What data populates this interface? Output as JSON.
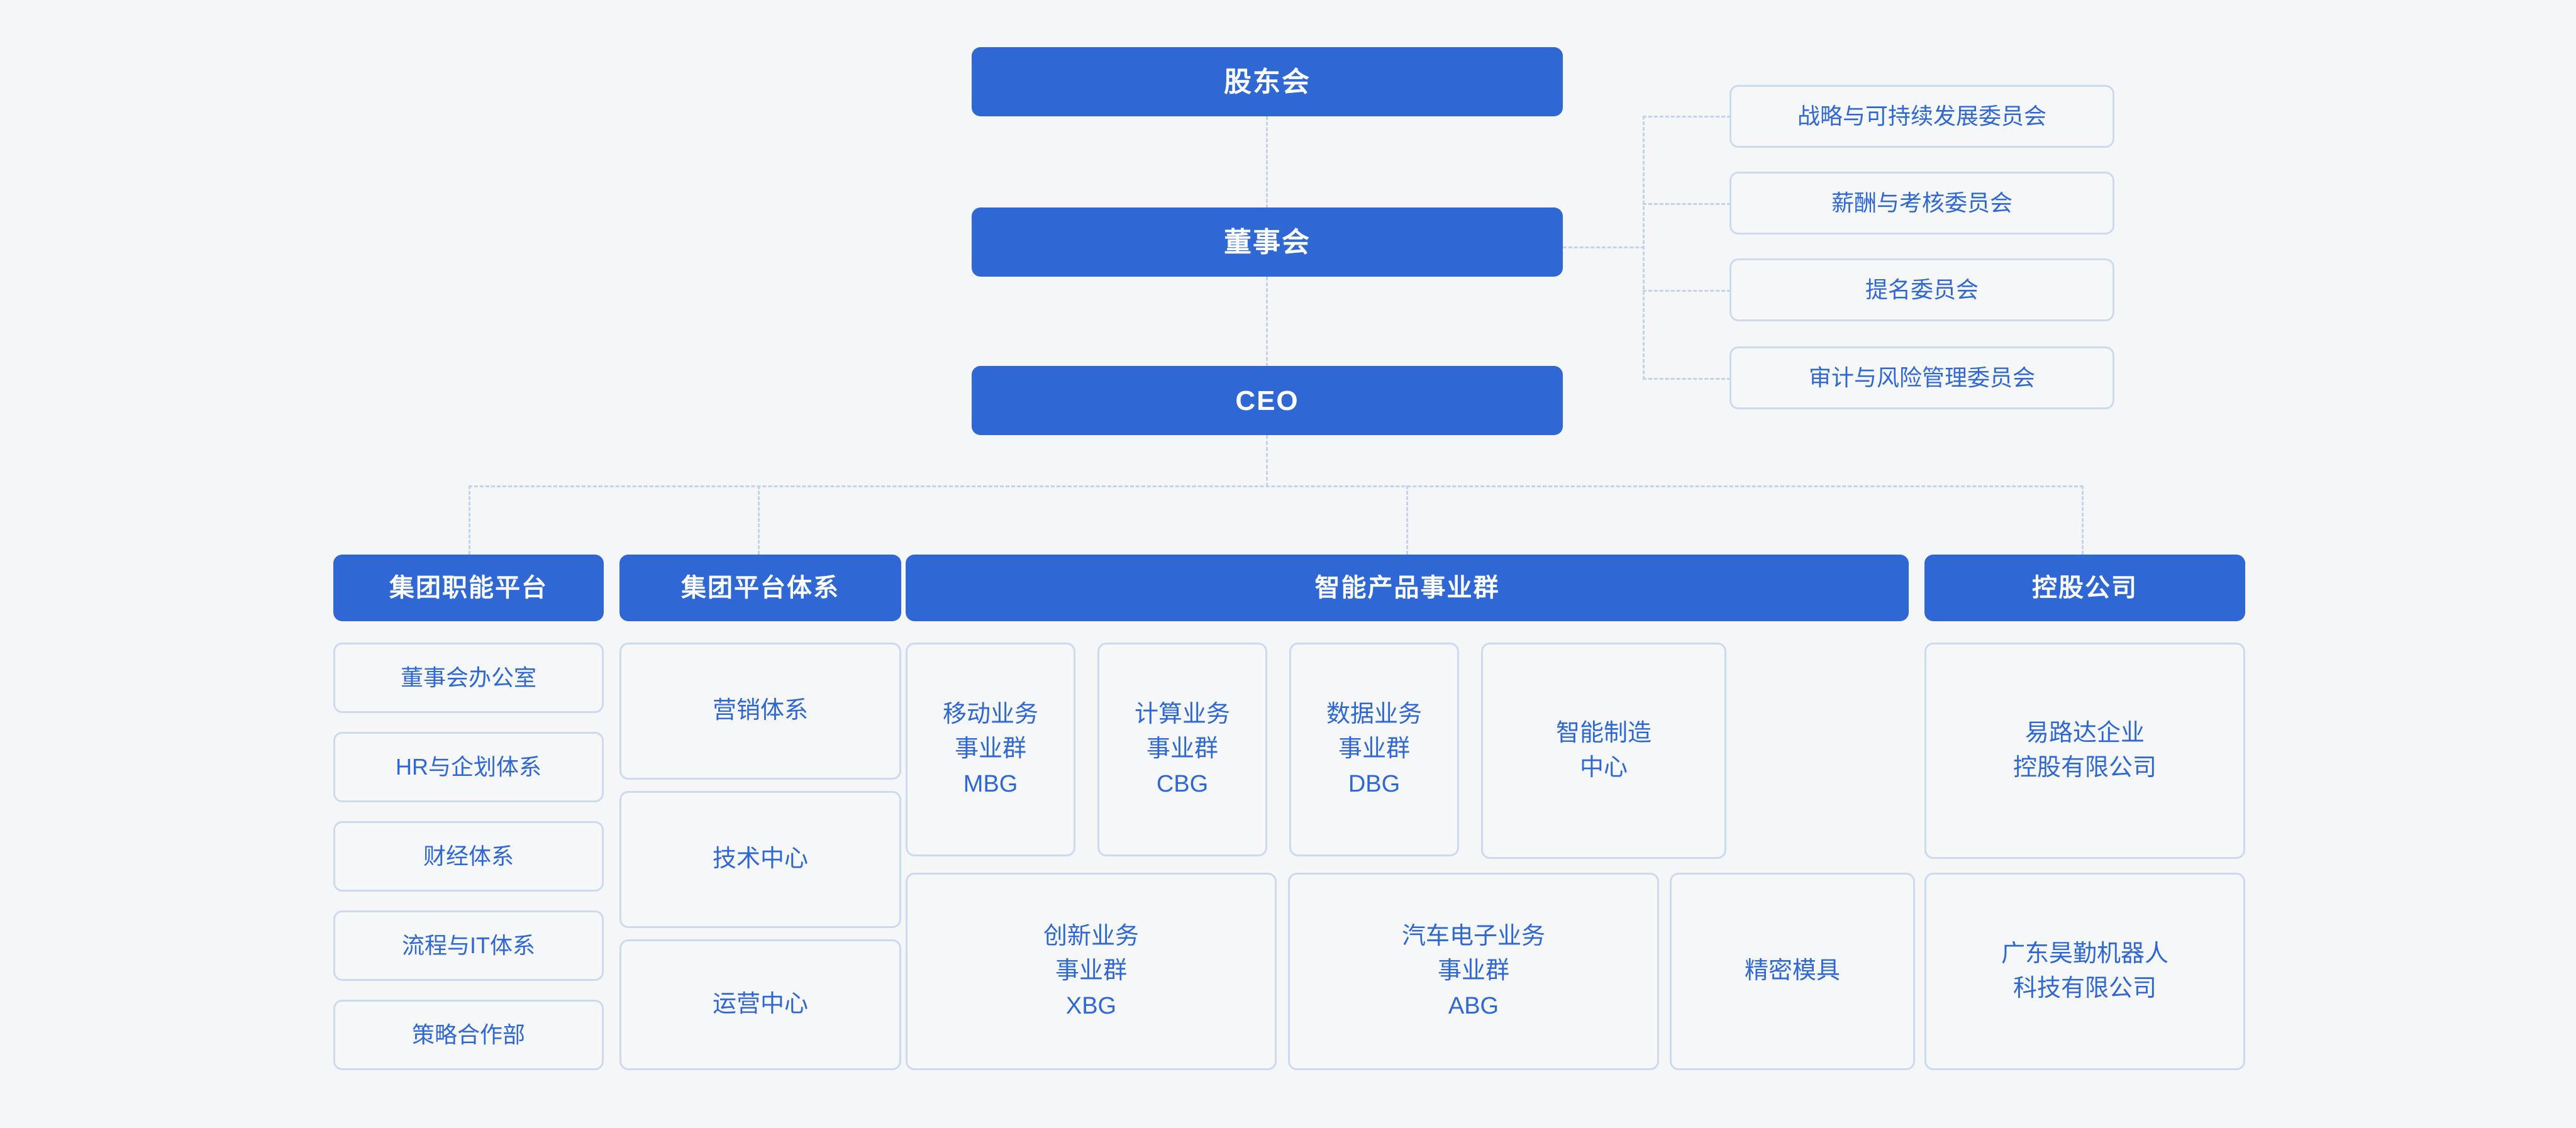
{
  "colors": {
    "page_background": "#f5f6f8",
    "node_blue": "#2f68d4",
    "node_text_on_blue": "#ffffff",
    "card_background": "#f6f7f9",
    "card_border": "#ccd9ef",
    "card_text": "#2f68d4",
    "connector": "#c3d3ec"
  },
  "top_chain": {
    "shareholders": "股东会",
    "board": "董事会",
    "ceo": "CEO"
  },
  "committees": {
    "items": [
      {
        "label": "战略与可持续发展委员会"
      },
      {
        "label": "薪酬与考核委员会"
      },
      {
        "label": "提名委员会"
      },
      {
        "label": "审计与风险管理委员会"
      }
    ]
  },
  "divisions": {
    "group_function_platform": {
      "header": "集团职能平台",
      "items": [
        {
          "label": "董事会办公室"
        },
        {
          "label": "HR与企划体系"
        },
        {
          "label": "财经体系"
        },
        {
          "label": "流程与IT体系"
        },
        {
          "label": "策略合作部"
        }
      ]
    },
    "group_platform_system": {
      "header": "集团平台体系",
      "items": [
        {
          "label": "营销体系"
        },
        {
          "label": "技术中心"
        },
        {
          "label": "运营中心"
        }
      ]
    },
    "smart_product_bg": {
      "header": "智能产品事业群",
      "row1": [
        {
          "line1": "移动业务",
          "line2": "事业群",
          "line3": "MBG"
        },
        {
          "line1": "计算业务",
          "line2": "事业群",
          "line3": "CBG"
        },
        {
          "line1": "数据业务",
          "line2": "事业群",
          "line3": "DBG"
        },
        {
          "line1": "智能制造",
          "line2": "中心",
          "line3": ""
        }
      ],
      "row2": [
        {
          "line1": "创新业务",
          "line2": "事业群",
          "line3": "XBG"
        },
        {
          "line1": "汽车电子业务",
          "line2": "事业群",
          "line3": "ABG"
        },
        {
          "line1": "精密模具",
          "line2": "",
          "line3": ""
        }
      ]
    },
    "holding_company": {
      "header": "控股公司",
      "items": [
        {
          "line1": "易路达企业",
          "line2": "控股有限公司"
        },
        {
          "line1": "广东昊勤机器人",
          "line2": "科技有限公司"
        }
      ]
    }
  }
}
